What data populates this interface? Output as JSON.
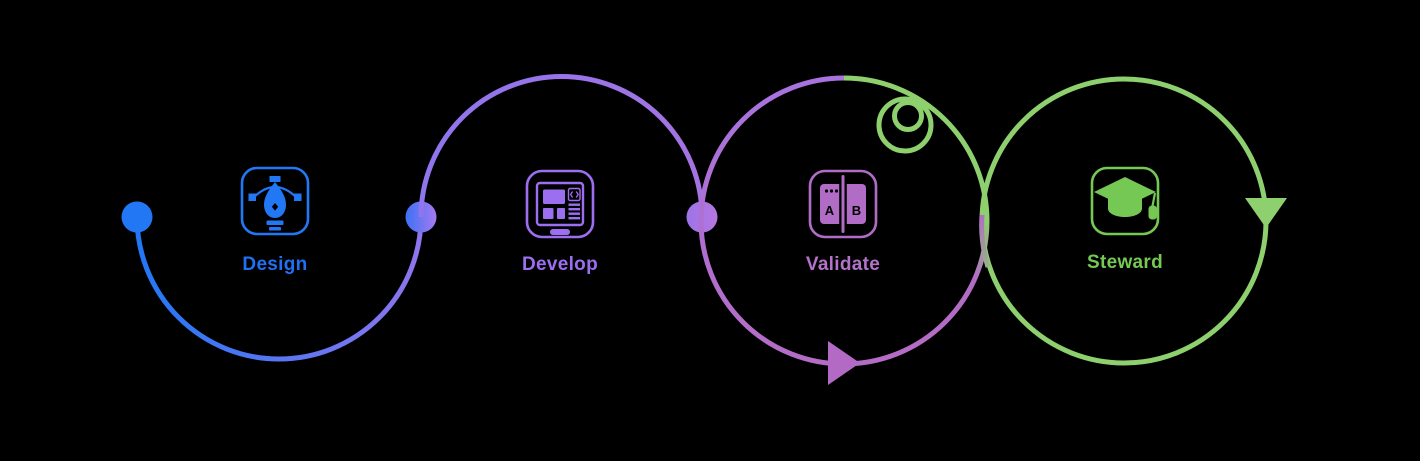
{
  "diagram": {
    "background": "#000000",
    "flow_direction": "left-to-right",
    "stages": [
      {
        "label": "Design",
        "icon": "pen-tool-icon",
        "color": "#2176f5",
        "shape": "start-dot-with-under-arc"
      },
      {
        "label": "Develop",
        "icon": "monitor-code-icon",
        "color": "#9c6ef0",
        "shape": "over-arc-between-dots"
      },
      {
        "label": "Validate",
        "icon": "ab-compare-book-icon",
        "color": "#b16cc6",
        "shape": "full-loop-with-right-arrow-and-curl"
      },
      {
        "label": "Steward",
        "icon": "graduation-cap-icon",
        "color": "#74c853",
        "shape": "full-loop-with-down-arrow"
      }
    ]
  },
  "colors": {
    "bg": "#000000",
    "blue": "#2277f5",
    "blue-text": "#2170f2",
    "violet": "#8f75ee",
    "purple": "#9c6ef0",
    "purple-line": "#a473e2",
    "magenta": "#b16cc6",
    "magenta-text": "#b273c8",
    "green": "#8ed06e",
    "green-deep": "#74c853"
  }
}
